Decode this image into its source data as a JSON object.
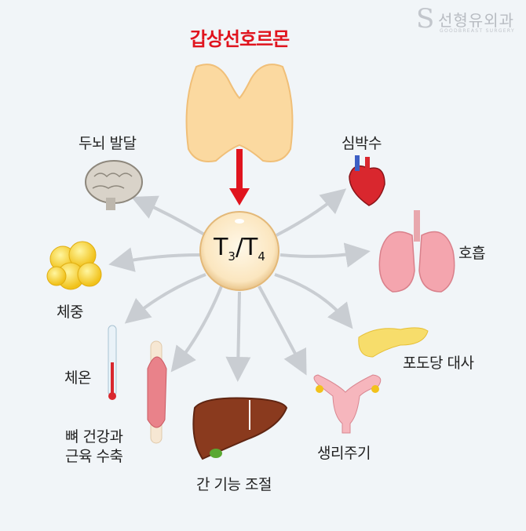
{
  "title": "갑상선호르몬",
  "logo": {
    "name_ko": "선형유외과",
    "name_en": "GOODBREAST SURGERY"
  },
  "hub": {
    "t3": "T",
    "t3_sub": "3",
    "slash": "/",
    "t4": "T",
    "t4_sub": "4"
  },
  "labels": {
    "brain": "두뇌 발달",
    "heart": "심박수",
    "lungs": "호흡",
    "weight": "체중",
    "glucose": "포도당 대사",
    "temperature": "체온",
    "bone_line1": "뼈 건강과",
    "bone_line2": "근육 수축",
    "liver": "간 기능 조절",
    "menstrual": "생리주기"
  },
  "colors": {
    "title": "#e0141e",
    "arrow": "#c9cdd2",
    "background": "#f1f5f8"
  }
}
